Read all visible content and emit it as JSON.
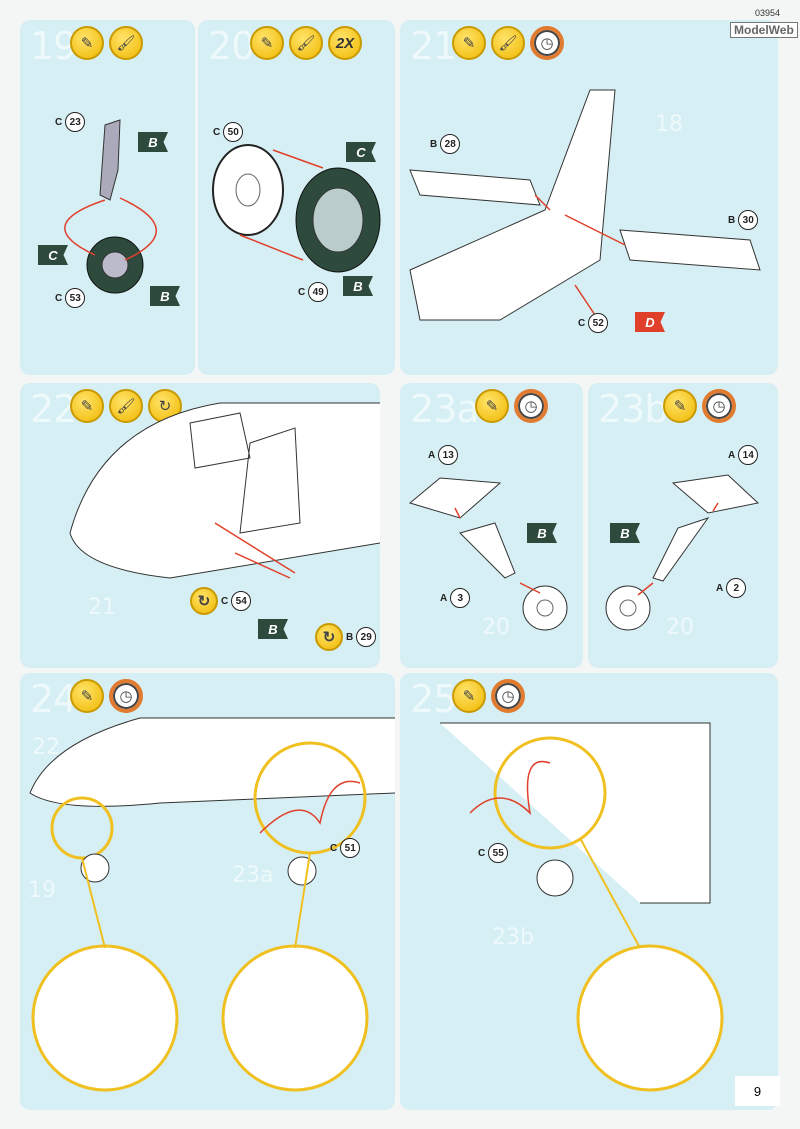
{
  "header": {
    "kit_number": "03954",
    "logo": "ModelWeb"
  },
  "page_number": "9",
  "steps": {
    "s19": {
      "number": "19",
      "icons": [
        "glue-icon",
        "paint-icon"
      ],
      "parts": [
        {
          "letter": "C",
          "num": "23"
        },
        {
          "letter": "C",
          "num": "53"
        }
      ],
      "flags": [
        "B",
        "C",
        "B"
      ]
    },
    "s20": {
      "number": "20",
      "icons": [
        "glue-icon",
        "paint-icon"
      ],
      "badge": "2X",
      "parts": [
        {
          "letter": "C",
          "num": "50"
        },
        {
          "letter": "C",
          "num": "49"
        }
      ],
      "flags": [
        "C",
        "B"
      ]
    },
    "s21": {
      "number": "21",
      "icons": [
        "glue-icon",
        "paint-icon",
        "clock-icon"
      ],
      "ghost": "18",
      "parts": [
        {
          "letter": "B",
          "num": "28"
        },
        {
          "letter": "B",
          "num": "30"
        },
        {
          "letter": "C",
          "num": "52"
        }
      ],
      "flags": [
        "D"
      ]
    },
    "s22": {
      "number": "22",
      "icons": [
        "glue-icon",
        "paint-icon",
        "rotate-icon"
      ],
      "ghost": "21",
      "parts": [
        {
          "letter": "C",
          "num": "54"
        },
        {
          "letter": "B",
          "num": "29"
        }
      ],
      "flags": [
        "B"
      ]
    },
    "s23a": {
      "number": "23a",
      "icons": [
        "glue-icon",
        "clock-icon"
      ],
      "ghost": "20",
      "parts": [
        {
          "letter": "A",
          "num": "13"
        },
        {
          "letter": "A",
          "num": "3"
        }
      ],
      "flags": [
        "B"
      ]
    },
    "s23b": {
      "number": "23b",
      "icons": [
        "glue-icon",
        "clock-icon"
      ],
      "ghost": "20",
      "parts": [
        {
          "letter": "A",
          "num": "14"
        },
        {
          "letter": "A",
          "num": "2"
        }
      ],
      "flags": [
        "B"
      ]
    },
    "s24": {
      "number": "24",
      "icons": [
        "glue-icon",
        "clock-icon"
      ],
      "ghosts": [
        "22",
        "19",
        "23a"
      ],
      "parts": [
        {
          "letter": "C",
          "num": "51"
        }
      ]
    },
    "s25": {
      "number": "25",
      "icons": [
        "glue-icon",
        "clock-icon"
      ],
      "ghosts": [
        "23b"
      ],
      "parts": [
        {
          "letter": "C",
          "num": "55"
        }
      ]
    }
  },
  "colors": {
    "panel": "#d6eff4",
    "arrow": "#e0402a",
    "highlight": "#f0c020",
    "flag": "#2d4a3c"
  }
}
